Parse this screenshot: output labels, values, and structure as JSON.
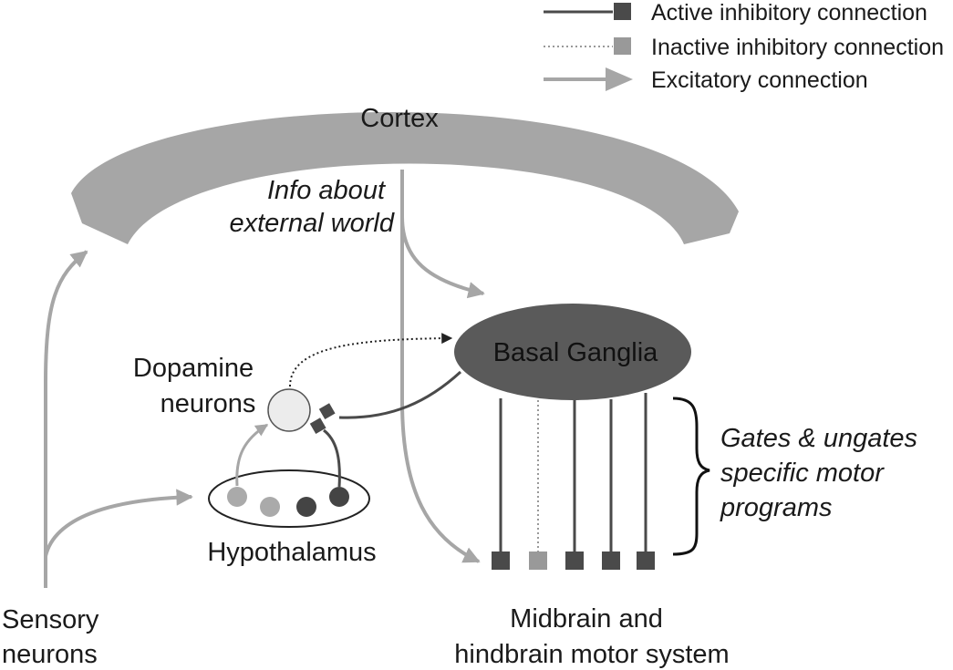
{
  "colors": {
    "excitatory": "#a6a6a6",
    "active_inhibitory": "#4a4a4a",
    "inactive_inhibitory": "#999999",
    "cortex_fill": "#a6a6a6",
    "basal_ganglia_fill": "#5a5a5a",
    "dopamine_fill": "#ececec",
    "hypo_light": "#aaaaaa",
    "hypo_dark": "#444444"
  },
  "legend": {
    "active": "Active inhibitory connection",
    "inactive": "Inactive inhibitory connection",
    "excitatory": "Excitatory connection"
  },
  "nodes": {
    "cortex": "Cortex",
    "info_line1": "Info about",
    "info_line2": "external world",
    "basal_ganglia": "Basal Ganglia",
    "dopamine_line1": "Dopamine",
    "dopamine_line2": "neurons",
    "hypothalamus": "Hypothalamus",
    "gates_line1": "Gates & ungates",
    "gates_line2": "specific motor",
    "gates_line3": "programs",
    "sensory_line1": "Sensory",
    "sensory_line2": "neurons",
    "midbrain_line1": "Midbrain and",
    "midbrain_line2": "hindbrain motor system"
  },
  "motor_gates": [
    "active",
    "inactive",
    "active",
    "active",
    "active"
  ]
}
